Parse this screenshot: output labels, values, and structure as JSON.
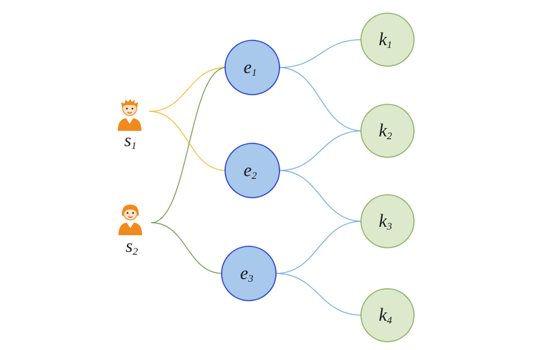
{
  "colors": {
    "student_edge": "#f5c242",
    "student2_edge": "#7ea35c",
    "entity_edge": "#7eb6de",
    "entity_fill": "#a8c8ec",
    "entity_stroke": "#2b3fcf",
    "knowledge_fill": "#dde9cc",
    "knowledge_stroke": "#8fb46a",
    "person_orange": "#f08a1c"
  },
  "students": [
    {
      "id": "s1",
      "letter": "s",
      "sub": "1",
      "icon": "boy-person-icon"
    },
    {
      "id": "s2",
      "letter": "s",
      "sub": "2",
      "icon": "girl-person-icon"
    }
  ],
  "entities": [
    {
      "id": "e1",
      "letter": "e",
      "sub": "1"
    },
    {
      "id": "e2",
      "letter": "e",
      "sub": "2"
    },
    {
      "id": "e3",
      "letter": "e",
      "sub": "3"
    }
  ],
  "knowledge": [
    {
      "id": "k1",
      "letter": "k",
      "sub": "1"
    },
    {
      "id": "k2",
      "letter": "k",
      "sub": "2"
    },
    {
      "id": "k3",
      "letter": "k",
      "sub": "3"
    },
    {
      "id": "k4",
      "letter": "k",
      "sub": "4"
    }
  ],
  "edges": [
    {
      "from": "s1",
      "to": "e1",
      "kind": "student"
    },
    {
      "from": "s1",
      "to": "e2",
      "kind": "student"
    },
    {
      "from": "s2",
      "to": "e1",
      "kind": "student2"
    },
    {
      "from": "s2",
      "to": "e3",
      "kind": "student2"
    },
    {
      "from": "e1",
      "to": "k1",
      "kind": "entity"
    },
    {
      "from": "e1",
      "to": "k2",
      "kind": "entity"
    },
    {
      "from": "e2",
      "to": "k2",
      "kind": "entity"
    },
    {
      "from": "e2",
      "to": "k3",
      "kind": "entity"
    },
    {
      "from": "e3",
      "to": "k3",
      "kind": "entity"
    },
    {
      "from": "e3",
      "to": "k4",
      "kind": "entity"
    }
  ]
}
